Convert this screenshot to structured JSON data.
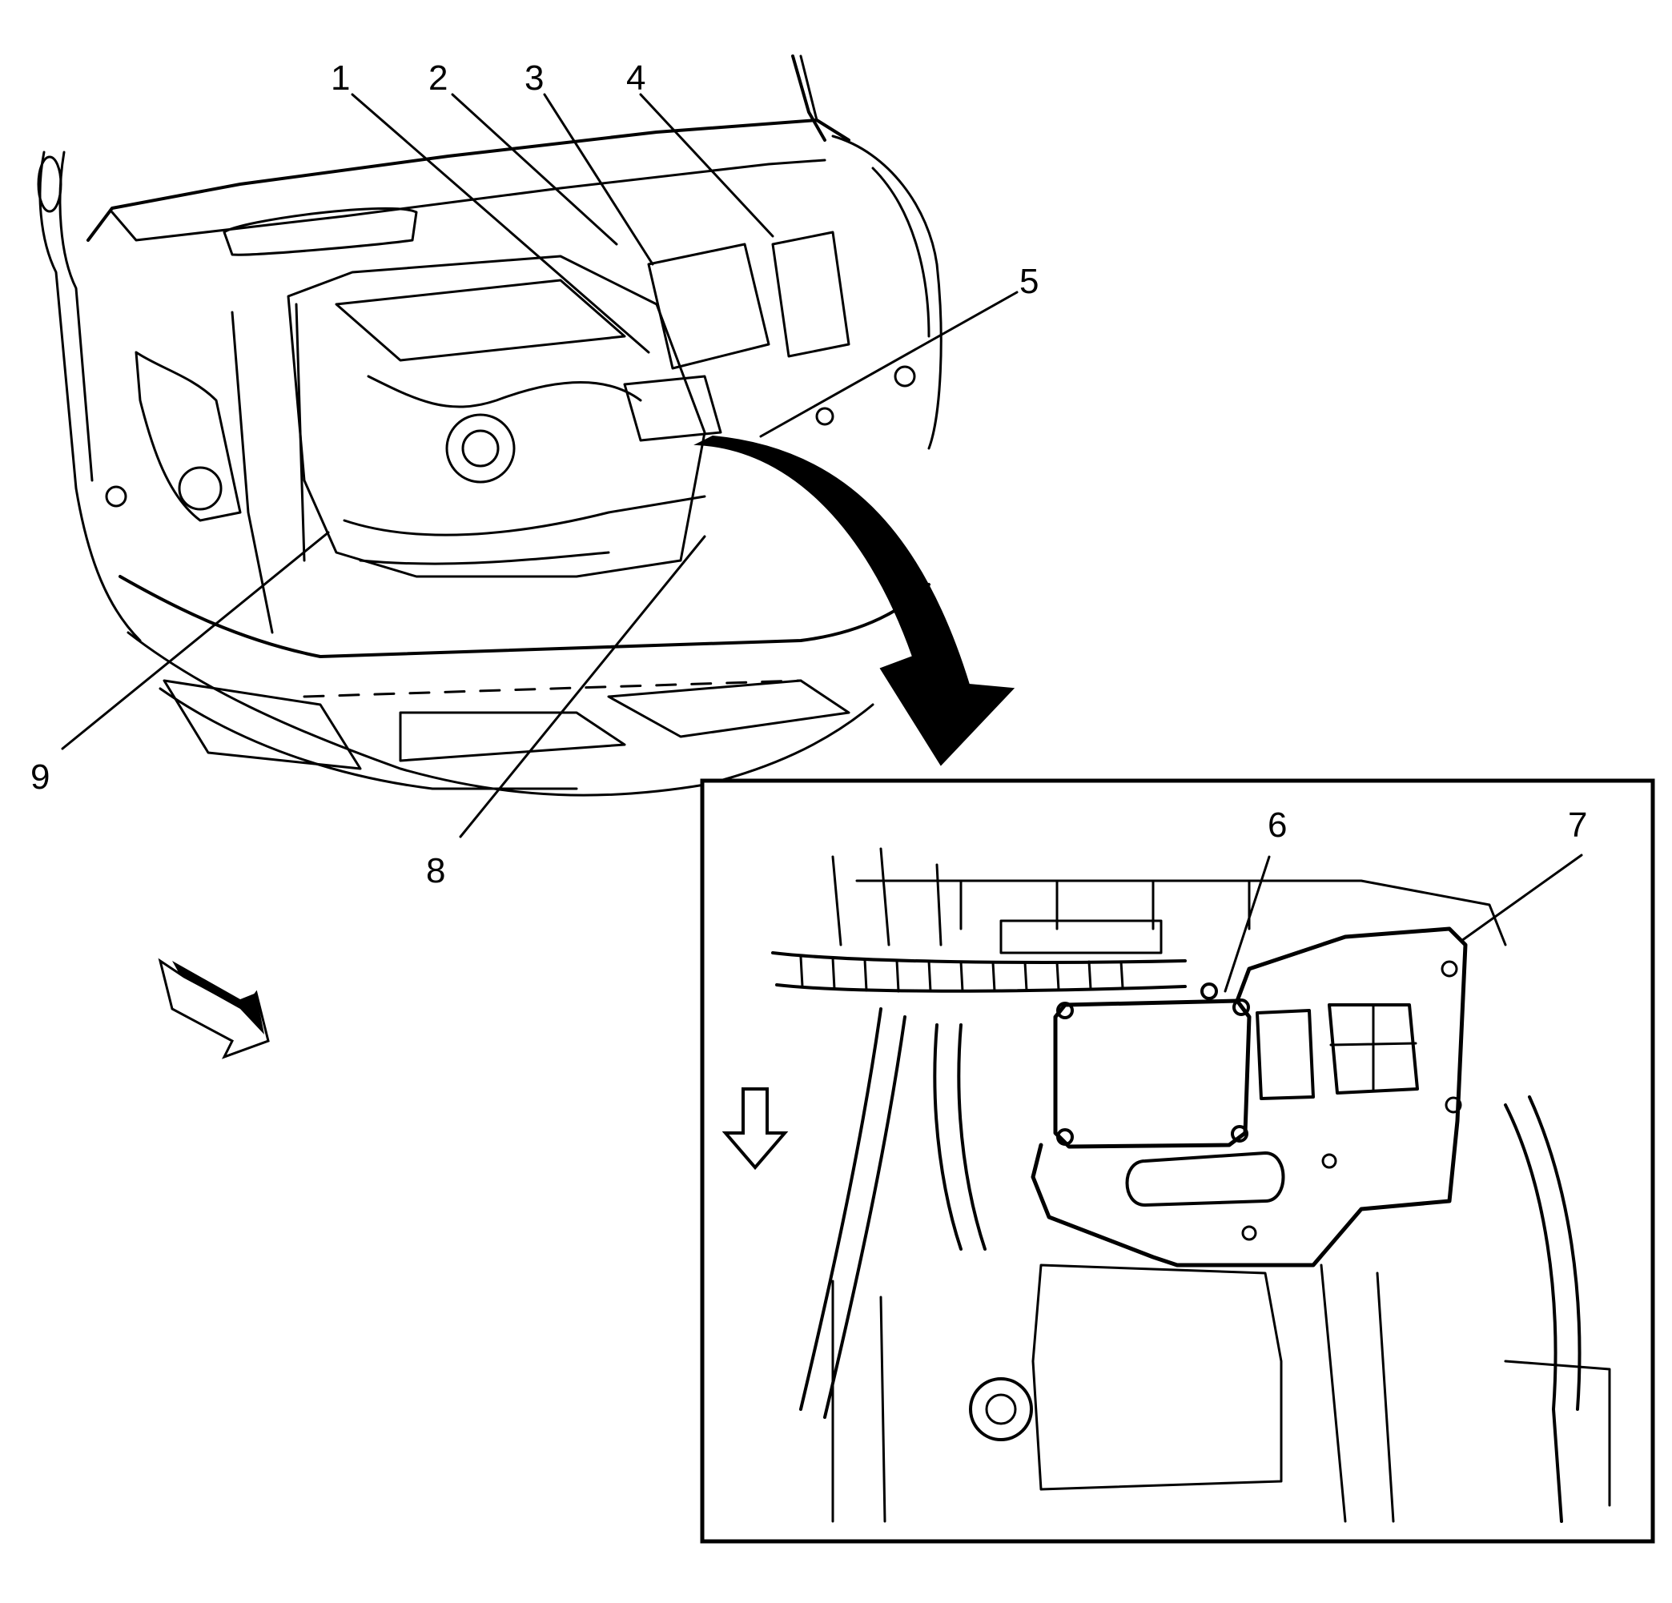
{
  "diagram": {
    "callouts": [
      {
        "id": "1",
        "label": "1"
      },
      {
        "id": "2",
        "label": "2"
      },
      {
        "id": "3",
        "label": "3"
      },
      {
        "id": "4",
        "label": "4"
      },
      {
        "id": "5",
        "label": "5"
      },
      {
        "id": "6",
        "label": "6"
      },
      {
        "id": "7",
        "label": "7"
      },
      {
        "id": "8",
        "label": "8"
      },
      {
        "id": "9",
        "label": "9"
      }
    ],
    "colors": {
      "ink": "#000000",
      "paper": "#ffffff"
    },
    "icons": [
      "front-direction-arrow-icon",
      "view-direction-arrow-icon",
      "zoom-detail-arrow-icon"
    ]
  }
}
